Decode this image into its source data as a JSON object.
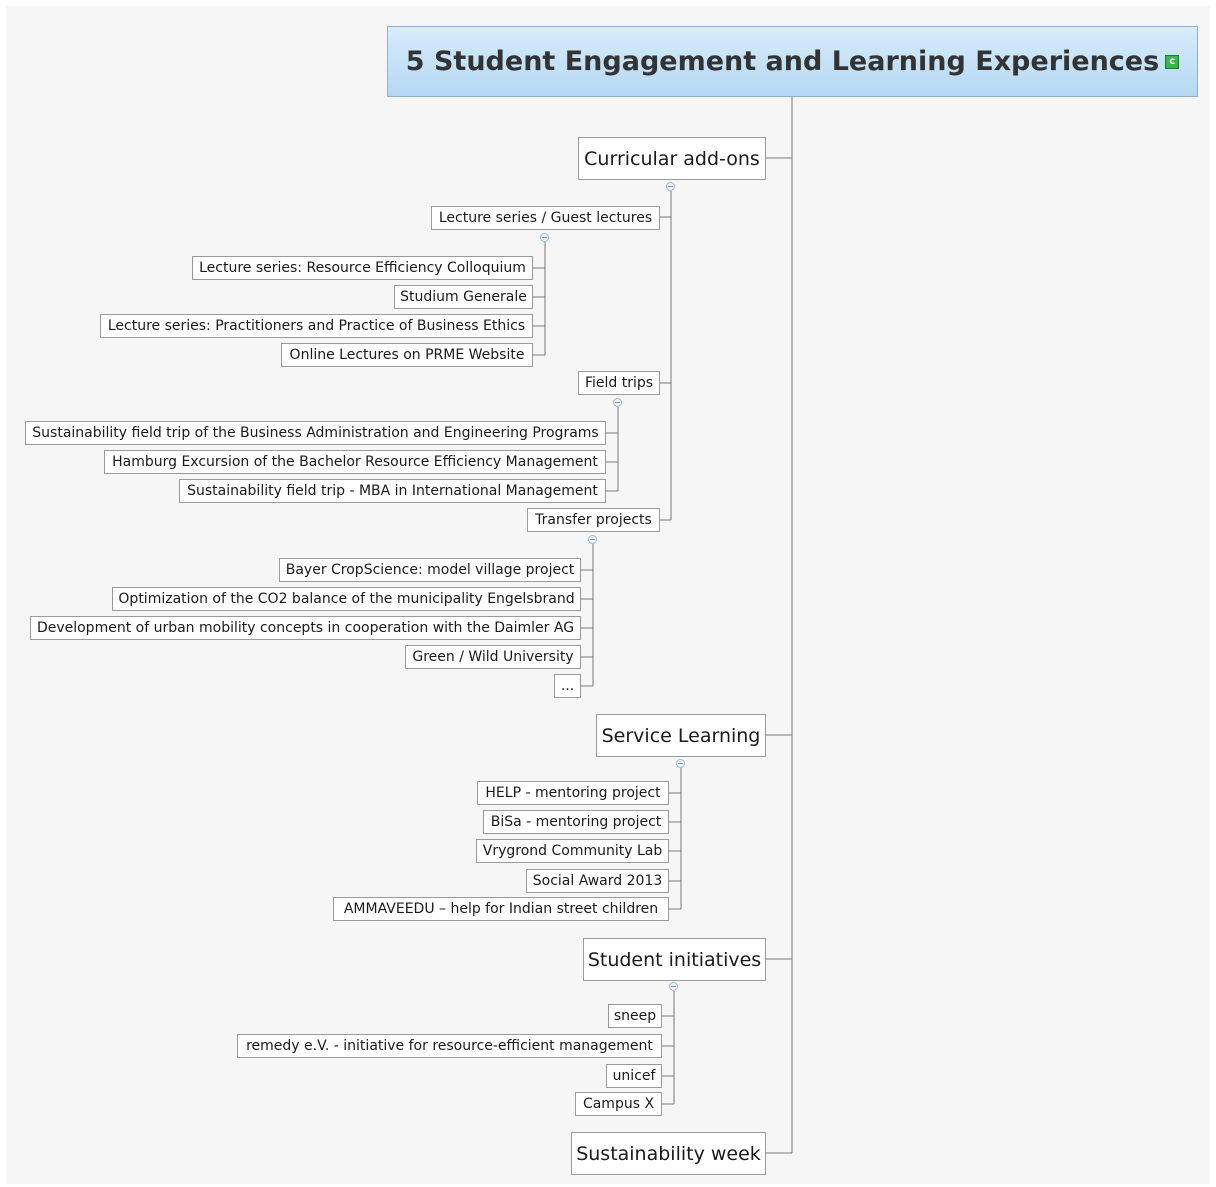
{
  "root": {
    "title": "5 Student Engagement and Learning Experiences",
    "icon": "c"
  },
  "branches": {
    "curricular": {
      "label": "Curricular add-ons",
      "lecture": {
        "label": "Lecture series / Guest lectures",
        "items": [
          "Lecture series: Resource Efficiency Colloquium",
          "Studium Generale",
          "Lecture series: Practitioners and Practice of Business Ethics",
          "Online Lectures on PRME Website"
        ]
      },
      "field": {
        "label": "Field trips",
        "items": [
          "Sustainability field trip of the Business Administration and Engineering Programs",
          "Hamburg Excursion of the Bachelor Resource Efficiency Management",
          "Sustainability field trip - MBA in International Management"
        ]
      },
      "transfer": {
        "label": "Transfer projects",
        "items": [
          "Bayer CropScience: model village project",
          "Optimization of the CO2 balance of the municipality Engelsbrand",
          "Development of urban mobility concepts in cooperation with the Daimler AG",
          "Green / Wild University",
          "..."
        ]
      }
    },
    "service": {
      "label": "Service Learning",
      "items": [
        "HELP - mentoring project",
        "BiSa - mentoring project",
        "Vrygrond Community Lab",
        "Social Award 2013",
        "AMMAVEEDU – help for Indian street children"
      ]
    },
    "student": {
      "label": "Student initiatives",
      "items": [
        "sneep",
        "remedy e.V. - initiative for resource-efficient management",
        "unicef",
        "Campus X"
      ]
    },
    "week": {
      "label": "Sustainability week"
    }
  },
  "colors": {
    "root_fill": "#b4d8f3",
    "line": "#777777",
    "node_border": "#9a9a9a"
  }
}
